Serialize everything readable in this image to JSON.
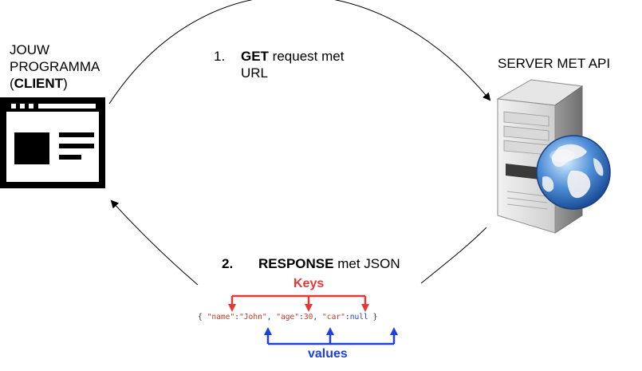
{
  "client": {
    "line1": "JOUW",
    "line2": "PROGRAMMA",
    "paren_open": "(",
    "bold": "CLIENT",
    "paren_close": ")"
  },
  "server": {
    "label": "SERVER MET API"
  },
  "step1": {
    "number": "1.",
    "bold": "GET",
    "text_line1": " request met",
    "text_line2": "URL"
  },
  "step2": {
    "number": "2.",
    "bold": "RESPONSE",
    "text": " met JSON"
  },
  "json_example": {
    "open": "{ ",
    "k1": "\"name\"",
    "c1": ":",
    "v1": "\"John\"",
    "s1": ", ",
    "k2": "\"age\"",
    "c2": ":",
    "v2": "30",
    "s2": ", ",
    "k3": "\"car\"",
    "c3": ":",
    "v3": "null",
    "close": " }"
  },
  "annotations": {
    "keys": "Keys",
    "values": "values"
  },
  "colors": {
    "keys": "#e53935",
    "values": "#1e40e0",
    "line": "#000000"
  }
}
